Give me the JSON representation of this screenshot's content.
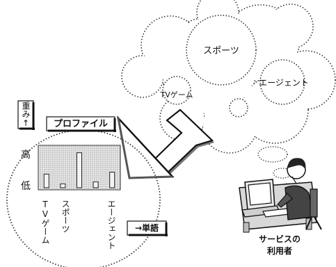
{
  "thought_cloud": {
    "topics": [
      {
        "label": "スポーツ"
      },
      {
        "label": "エージェント"
      },
      {
        "label": "TVゲーム"
      }
    ]
  },
  "profile": {
    "title": "プロファイル",
    "weight_axis": "重み↑",
    "high_label": "高",
    "low_label": "低",
    "word_axis": "→単語",
    "categories": [
      "TVゲーム",
      "スポーツ",
      "エージェント"
    ]
  },
  "chart_data": {
    "type": "bar",
    "categories": [
      "",
      "",
      "",
      "",
      ""
    ],
    "values": [
      0.35,
      0.1,
      0.9,
      0.15,
      0.4
    ],
    "ylim": [
      0,
      1
    ]
  },
  "user": {
    "label_line1": "サービスの",
    "label_line2": "利用者"
  }
}
